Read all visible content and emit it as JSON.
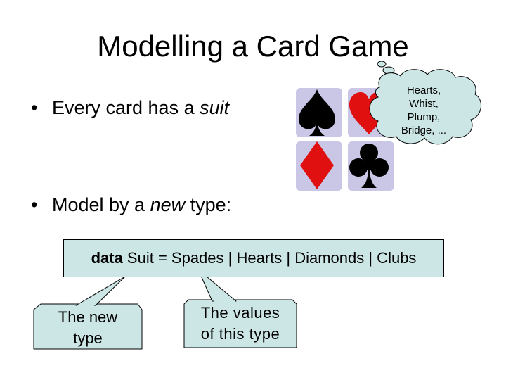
{
  "slide": {
    "title": "Modelling a Card Game",
    "bullets": [
      {
        "marker": "•",
        "text": "Every card has a ",
        "emphasis": "suit",
        "after": ""
      },
      {
        "marker": "•",
        "text": "Model by a ",
        "emphasis": "new",
        "after": " type:"
      }
    ],
    "suit_icons": [
      "spade-icon",
      "heart-icon",
      "diamond-icon",
      "club-icon"
    ],
    "colors": {
      "red_suit": "#e01010",
      "black_suit": "#000000",
      "shadow": "#c9c6e6",
      "box_fill": "#cce6e6",
      "cloud_fill": "#cce6e6"
    },
    "code": {
      "keyword": "data",
      "rest": " Suit = Spades | Hearts | Diamonds | Clubs"
    },
    "callouts": [
      {
        "line1": "The new",
        "line2": "type"
      },
      {
        "line1": "The values",
        "line2": "of this type"
      }
    ],
    "thought_cloud": {
      "lines": [
        "Hearts,",
        "Whist,",
        "Plump,",
        "Bridge, ..."
      ]
    }
  }
}
